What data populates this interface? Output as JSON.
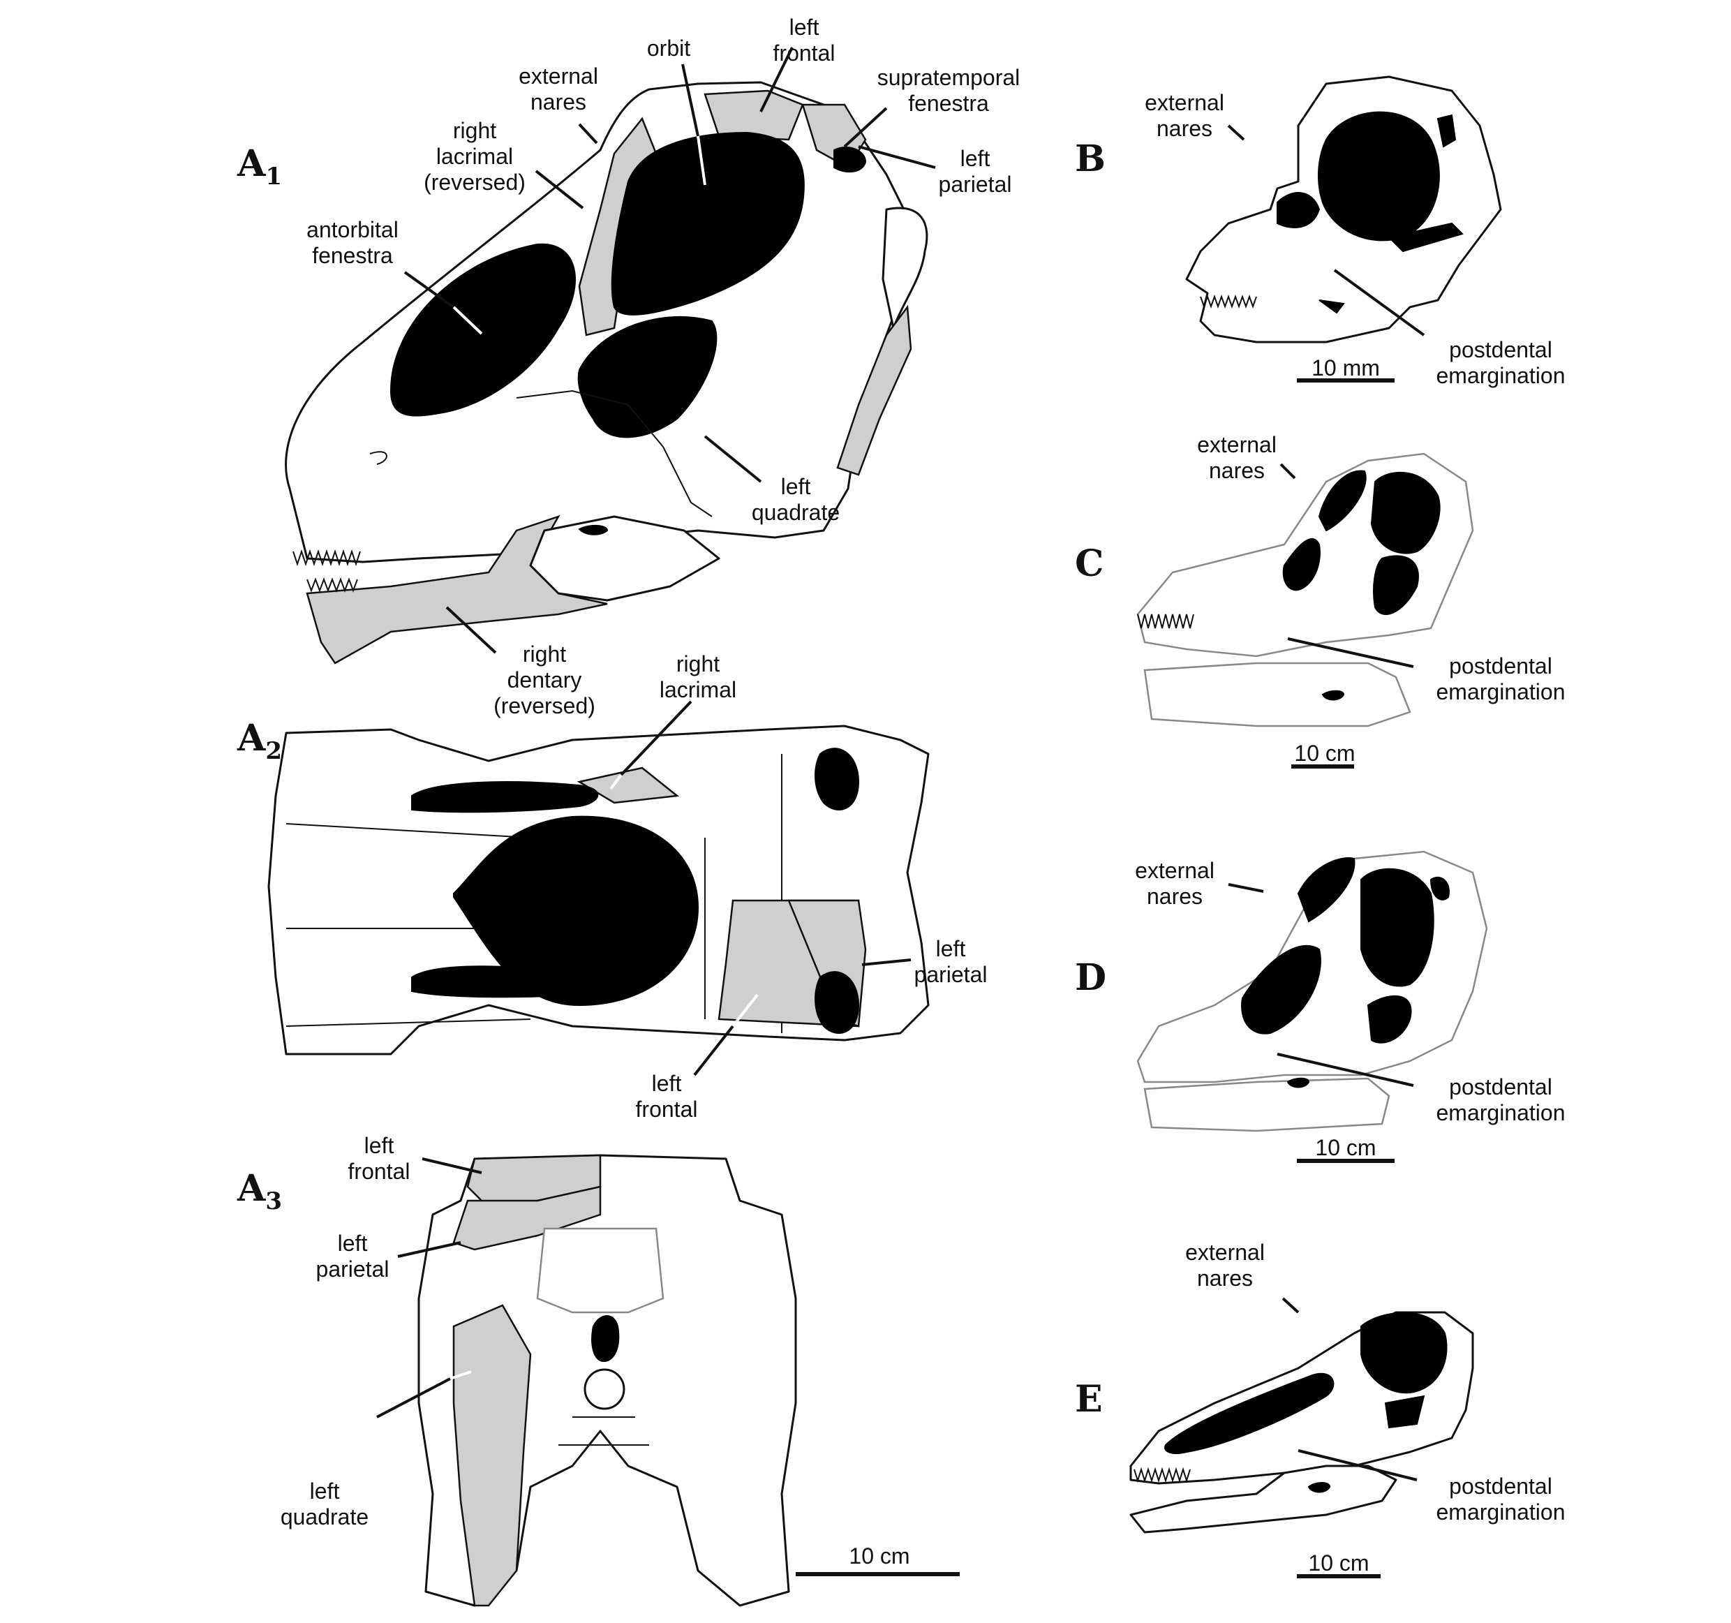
{
  "panels": {
    "a1": {
      "letter": "A",
      "sub": "1"
    },
    "a2": {
      "letter": "A",
      "sub": "2"
    },
    "a3": {
      "letter": "A",
      "sub": "3"
    },
    "b": {
      "letter": "B"
    },
    "c": {
      "letter": "C"
    },
    "d": {
      "letter": "D"
    },
    "e": {
      "letter": "E"
    }
  },
  "labels": {
    "a1": {
      "external_nares": [
        "external",
        "nares"
      ],
      "orbit": "orbit",
      "left_frontal": [
        "left",
        "frontal"
      ],
      "supratemporal_fenestra": [
        "supratemporal",
        "fenestra"
      ],
      "left_parietal": [
        "left",
        "parietal"
      ],
      "right_lacrimal": [
        "right",
        "lacrimal",
        "(reversed)"
      ],
      "antorbital_fenestra": [
        "antorbital",
        "fenestra"
      ],
      "left_quadrate": [
        "left",
        "quadrate"
      ],
      "right_dentary": [
        "right",
        "dentary",
        "(reversed)"
      ]
    },
    "a2": {
      "right_lacrimal": [
        "right",
        "lacrimal"
      ],
      "left_parietal": [
        "left",
        "parietal"
      ],
      "left_frontal": [
        "left",
        "frontal"
      ]
    },
    "a3": {
      "left_frontal": [
        "left",
        "frontal"
      ],
      "left_parietal": [
        "left",
        "parietal"
      ],
      "left_quadrate": [
        "left",
        "quadrate"
      ]
    },
    "scale_a": "10 cm",
    "b": {
      "external_nares": [
        "external",
        "nares"
      ],
      "postdental": [
        "postdental",
        "emargination"
      ],
      "scale": "10 mm"
    },
    "c": {
      "external_nares": [
        "external",
        "nares"
      ],
      "postdental": [
        "postdental",
        "emargination"
      ],
      "scale": "10 cm"
    },
    "d": {
      "external_nares": [
        "external",
        "nares"
      ],
      "postdental": [
        "postdental",
        "emargination"
      ],
      "scale": "10 cm"
    },
    "e": {
      "external_nares": [
        "external",
        "nares"
      ],
      "postdental": [
        "postdental",
        "emargination"
      ],
      "scale": "10 cm"
    }
  }
}
